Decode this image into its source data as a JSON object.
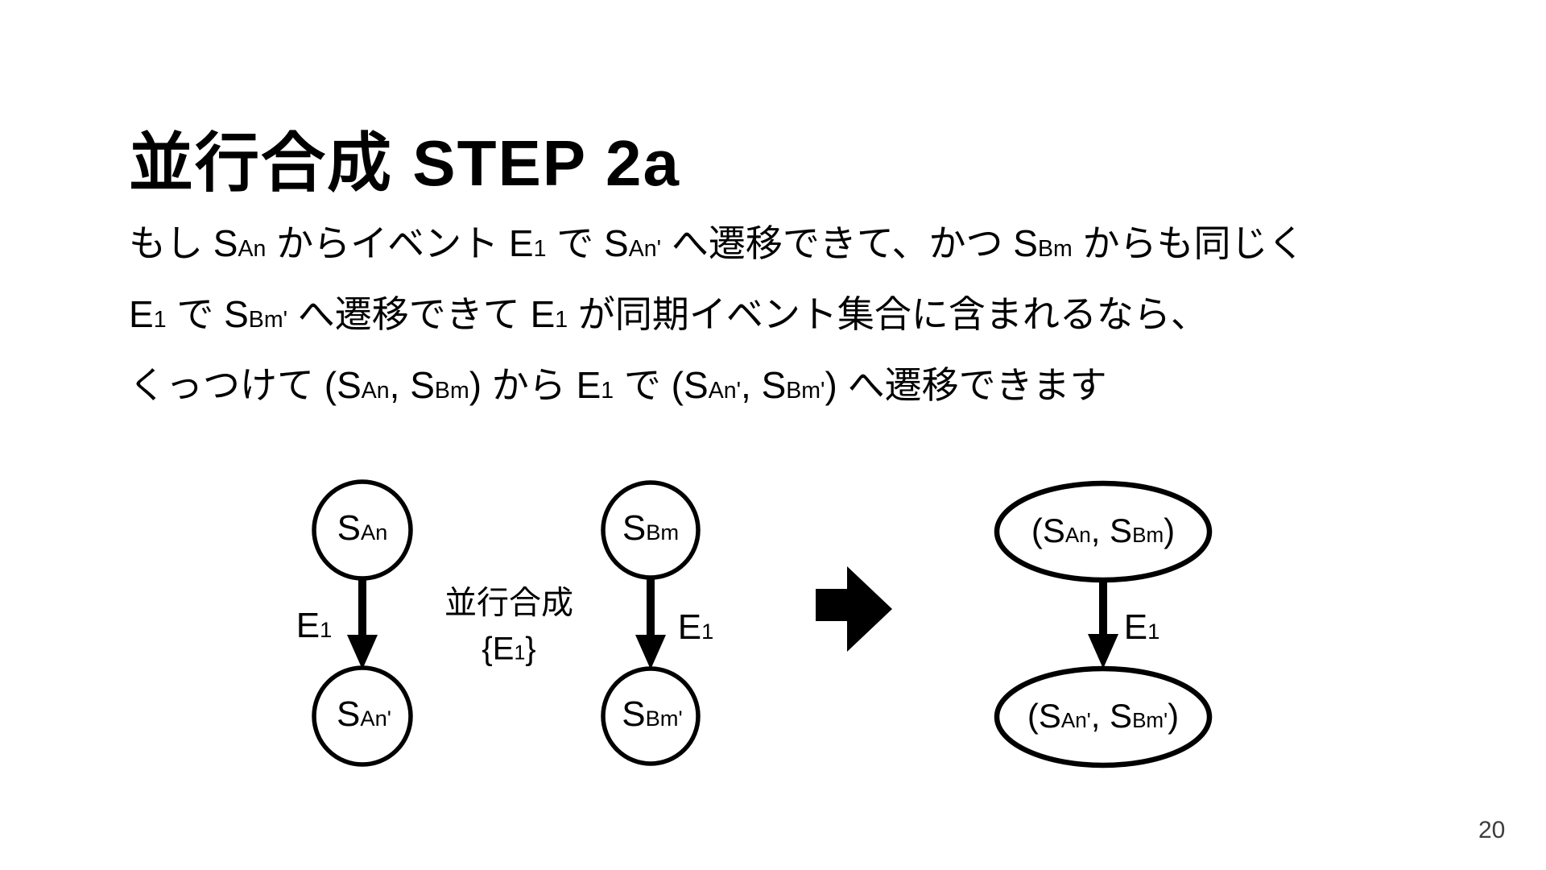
{
  "slide": {
    "title": "並行合成 STEP 2a",
    "page_number": "20",
    "colors": {
      "background": "#ffffff",
      "ink": "#000000",
      "page_number": "#3d3d3d"
    }
  },
  "body": {
    "lines": [
      {
        "runs": [
          {
            "t": "もし S"
          },
          {
            "t": "An",
            "sub": true
          },
          {
            "t": " からイベント E"
          },
          {
            "t": "1",
            "sub": true
          },
          {
            "t": " で S"
          },
          {
            "t": "An'",
            "sub": true
          },
          {
            "t": " へ遷移できて、かつ S"
          },
          {
            "t": "Bm",
            "sub": true
          },
          {
            "t": " からも同じく"
          }
        ]
      },
      {
        "runs": [
          {
            "t": "E"
          },
          {
            "t": "1",
            "sub": true
          },
          {
            "t": " で S"
          },
          {
            "t": "Bm'",
            "sub": true
          },
          {
            "t": " へ遷移できて E"
          },
          {
            "t": "1",
            "sub": true
          },
          {
            "t": " が同期イベント集合に含まれるなら、"
          }
        ]
      },
      {
        "runs": [
          {
            "t": "くっつけて (S"
          },
          {
            "t": "An",
            "sub": true
          },
          {
            "t": ", S"
          },
          {
            "t": "Bm",
            "sub": true
          },
          {
            "t": ") から E"
          },
          {
            "t": "1",
            "sub": true
          },
          {
            "t": " で (S"
          },
          {
            "t": "An'",
            "sub": true
          },
          {
            "t": ", S"
          },
          {
            "t": "Bm'",
            "sub": true
          },
          {
            "t": ") へ遷移できます"
          }
        ]
      }
    ]
  },
  "diagram": {
    "operation_label": "並行合成",
    "sync_set": {
      "runs": [
        {
          "t": "{E"
        },
        {
          "t": "1",
          "sub": true
        },
        {
          "t": "}"
        }
      ]
    },
    "edge_label": {
      "runs": [
        {
          "t": "E"
        },
        {
          "t": "1",
          "sub": true
        }
      ]
    },
    "nodes": {
      "san": {
        "runs": [
          {
            "t": "S"
          },
          {
            "t": "An",
            "sub": true
          }
        ]
      },
      "san2": {
        "runs": [
          {
            "t": "S"
          },
          {
            "t": "An'",
            "sub": true
          }
        ]
      },
      "sbm": {
        "runs": [
          {
            "t": "S"
          },
          {
            "t": "Bm",
            "sub": true
          }
        ]
      },
      "sbm2": {
        "runs": [
          {
            "t": "S"
          },
          {
            "t": "Bm'",
            "sub": true
          }
        ]
      },
      "pair_top": {
        "runs": [
          {
            "t": "(S"
          },
          {
            "t": "An",
            "sub": true
          },
          {
            "t": ", S"
          },
          {
            "t": "Bm",
            "sub": true
          },
          {
            "t": ")"
          }
        ]
      },
      "pair_bottom": {
        "runs": [
          {
            "t": "(S"
          },
          {
            "t": "An'",
            "sub": true
          },
          {
            "t": ", S"
          },
          {
            "t": "Bm'",
            "sub": true
          },
          {
            "t": ")"
          }
        ]
      }
    }
  }
}
